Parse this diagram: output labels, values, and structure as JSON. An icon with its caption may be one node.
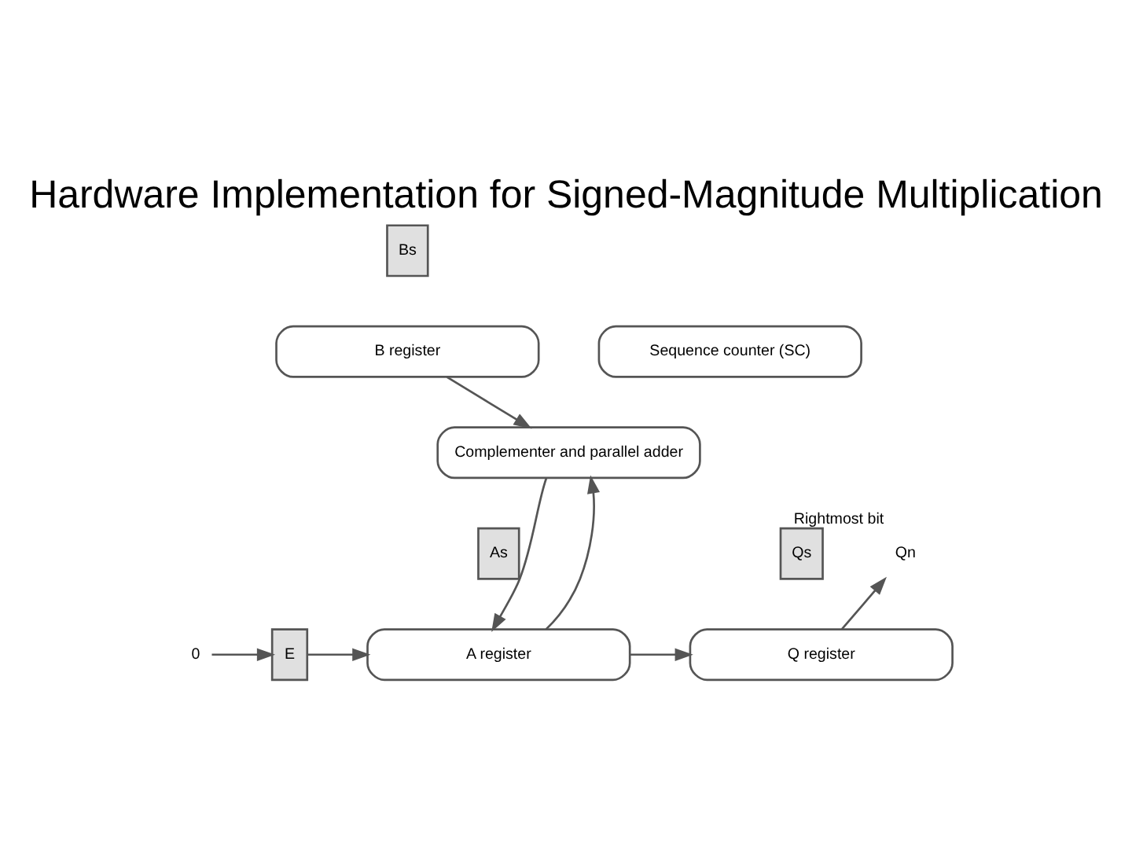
{
  "diagram": {
    "title": "Hardware Implementation for Signed-Magnitude Multiplication",
    "nodes": [
      {
        "text": [
          "Bs"
        ]
      },
      {
        "text": [
          "B register"
        ]
      },
      {
        "text": [
          "Sequence counter (SC)"
        ]
      },
      {
        "text": [
          "Complementer and parallel adder"
        ]
      },
      {
        "text": [
          "As"
        ]
      },
      {
        "text": [
          "Qs"
        ]
      },
      {
        "text": [
          "0"
        ]
      },
      {
        "text": [
          "E"
        ]
      },
      {
        "text": [
          "A register"
        ]
      },
      {
        "text": [
          "Q register"
        ]
      },
      {
        "text": [
          "Qn"
        ],
        "beside": [
          "Rightmost bit"
        ]
      }
    ],
    "edges": [
      {
        "from": 1,
        "to": 3,
        "arrow": "to"
      },
      {
        "from": 3,
        "to": 8,
        "arrow": "to"
      },
      {
        "from": 8,
        "to": 3,
        "arrow": "to"
      },
      {
        "from": 6,
        "to": 7,
        "arrow": "to"
      },
      {
        "from": 7,
        "to": 8,
        "arrow": "to"
      },
      {
        "from": 8,
        "to": 9,
        "arrow": "to"
      },
      {
        "from": 9,
        "to": 10,
        "arrow": "to"
      }
    ]
  }
}
